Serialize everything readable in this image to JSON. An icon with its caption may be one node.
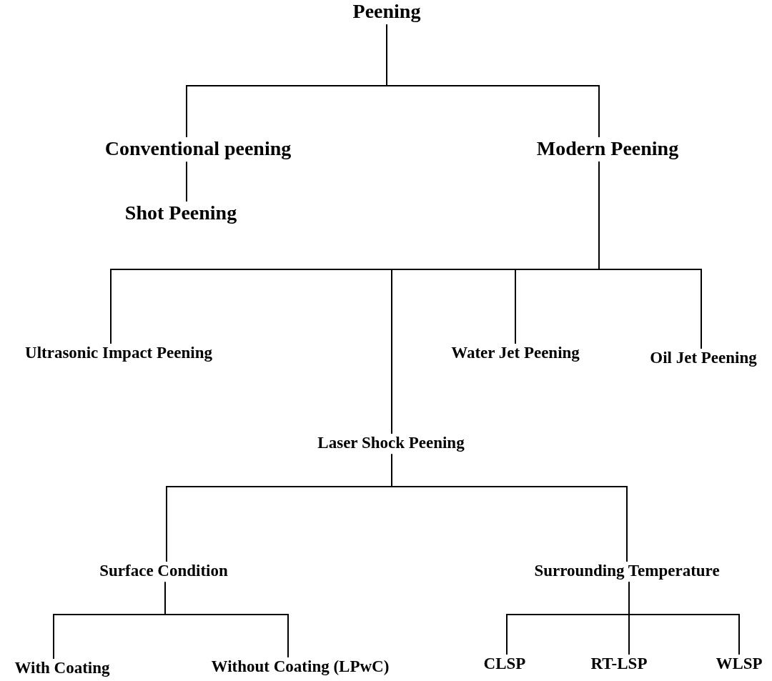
{
  "diagram": {
    "nodes": [
      {
        "text": [
          "Peening"
        ]
      },
      {
        "text": [
          "Conventional peening"
        ]
      },
      {
        "text": [
          "Modern Peening"
        ]
      },
      {
        "text": [
          "Shot Peening"
        ]
      },
      {
        "text": [
          "Ultrasonic Impact Peening"
        ]
      },
      {
        "text": [
          "Water Jet Peening"
        ]
      },
      {
        "text": [
          "Oil Jet Peening"
        ]
      },
      {
        "text": [
          "Laser Shock Peening"
        ]
      },
      {
        "text": [
          "Surface Condition"
        ]
      },
      {
        "text": [
          "Surrounding Temperature"
        ]
      },
      {
        "text": [
          "With Coating"
        ]
      },
      {
        "text": [
          "Without Coating (LPwC)"
        ]
      },
      {
        "text": [
          "CLSP"
        ]
      },
      {
        "text": [
          "RT-LSP"
        ]
      },
      {
        "text": [
          "WLSP"
        ]
      }
    ],
    "edges": [
      {
        "from": 0,
        "to": 1,
        "arrow": "none"
      },
      {
        "from": 0,
        "to": 2,
        "arrow": "none"
      },
      {
        "from": 1,
        "to": 3,
        "arrow": "none"
      },
      {
        "from": 2,
        "to": 4,
        "arrow": "none"
      },
      {
        "from": 2,
        "to": 7,
        "arrow": "none"
      },
      {
        "from": 2,
        "to": 5,
        "arrow": "none"
      },
      {
        "from": 2,
        "to": 6,
        "arrow": "none"
      },
      {
        "from": 7,
        "to": 8,
        "arrow": "none"
      },
      {
        "from": 7,
        "to": 9,
        "arrow": "none"
      },
      {
        "from": 8,
        "to": 10,
        "arrow": "none"
      },
      {
        "from": 8,
        "to": 11,
        "arrow": "none"
      },
      {
        "from": 9,
        "to": 12,
        "arrow": "none"
      },
      {
        "from": 9,
        "to": 13,
        "arrow": "none"
      },
      {
        "from": 9,
        "to": 14,
        "arrow": "none"
      }
    ]
  }
}
